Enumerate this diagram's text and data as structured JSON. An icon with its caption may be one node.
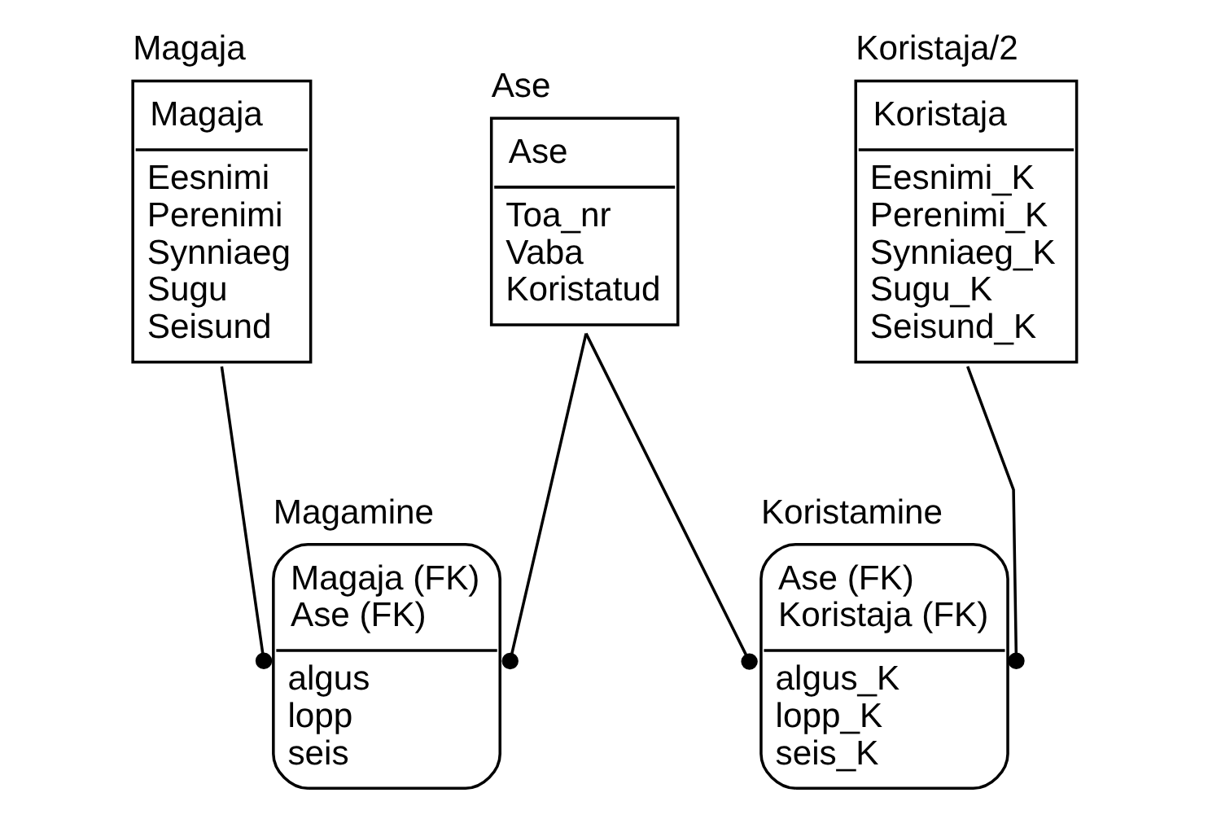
{
  "diagram": {
    "nodes": [
      {
        "text": [
          "Magaja",
          "Magaja",
          "Eesnimi Perenimi Synniaeg Sugu Seisund"
        ]
      },
      {
        "text": [
          "Koristaja/2",
          "Koristaja",
          "Eesnimi_K Perenimi_K Synniaeg_K Sugu_K Seisund_K"
        ]
      },
      {
        "text": [
          "Koristamine",
          "Ase (FK) Koristaja (FK)",
          "algus_K lopp_K seis_K"
        ]
      },
      {
        "text": [
          "Magamine",
          "Magaja (FK) Ase (FK)",
          "algus lopp seis"
        ]
      },
      {
        "text": [
          "Ase",
          "Ase",
          "Toa_nr Vaba Koristatud"
        ]
      }
    ],
    "edges": [
      {
        "from": 0,
        "to": 3,
        "arrow": "other"
      },
      {
        "from": 1,
        "to": 2,
        "arrow": "other"
      },
      {
        "from": 4,
        "to": 3,
        "arrow": "other"
      },
      {
        "from": 4,
        "to": 2,
        "arrow": "other"
      }
    ]
  }
}
